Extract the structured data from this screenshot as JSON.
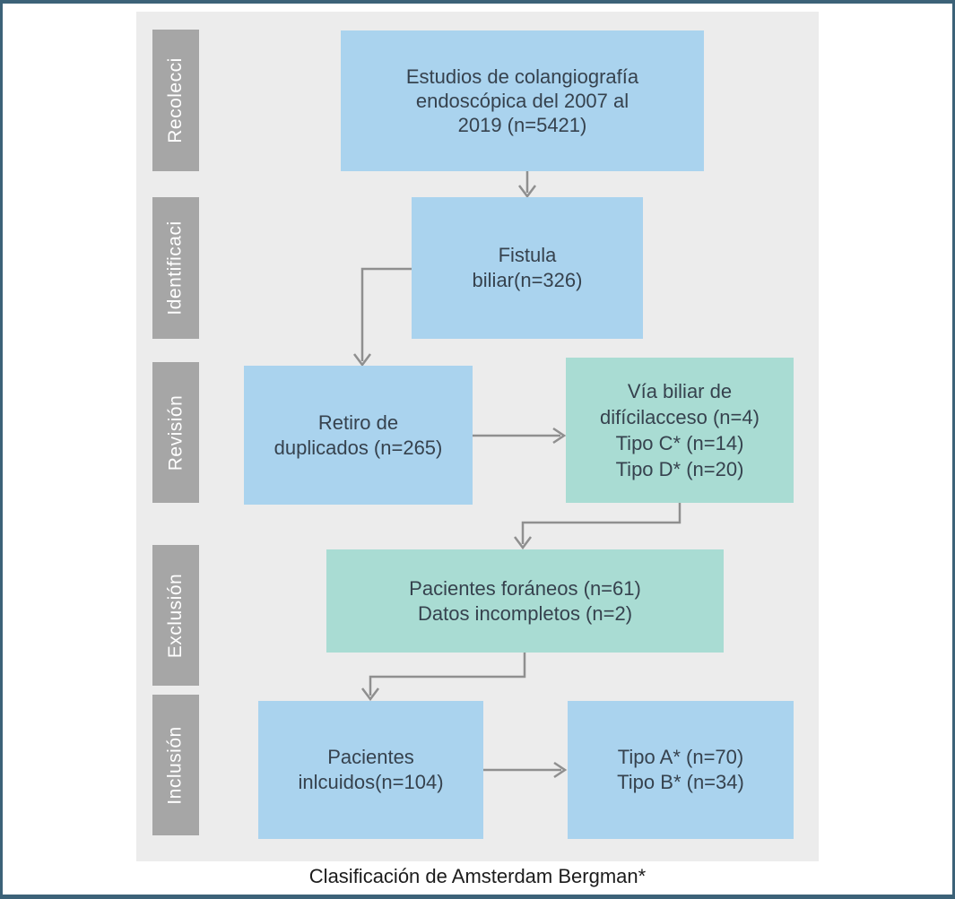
{
  "figure": {
    "caption": "Clasificación de Amsterdam Bergman*"
  },
  "colors": {
    "frame_border": "#3c6278",
    "panel_bg": "#ececec",
    "stage_tab_bg": "#a6a6a6",
    "stage_tab_text": "#ffffff",
    "blue_node": "#aad3ee",
    "teal_node": "#a9dcd3",
    "arrow": "#8f8f8f",
    "node_text": "#36424e"
  },
  "stages": [
    {
      "label": "Recolecci"
    },
    {
      "label": "Identificaci"
    },
    {
      "label": "Revisión"
    },
    {
      "label": "Exclusión"
    },
    {
      "label": "Inclusión"
    }
  ],
  "nodes": {
    "estudios": {
      "lines": [
        "Estudios de colangiografía",
        "endoscópica del 2007 al",
        "2019 (n=5421)"
      ]
    },
    "fistula": {
      "lines": [
        "Fistula",
        "biliar(n=326)"
      ]
    },
    "retiro": {
      "lines": [
        "Retiro de",
        "duplicados (n=265)"
      ]
    },
    "via_biliar": {
      "lines": [
        "Vía biliar de",
        "difícilacceso (n=4)",
        "Tipo C* (n=14)",
        "Tipo D* (n=20)"
      ]
    },
    "excluidos": {
      "lines": [
        "Pacientes foráneos (n=61)",
        "Datos incompletos (n=2)"
      ]
    },
    "incluidos": {
      "lines": [
        "Pacientes",
        "inlcuidos(n=104)"
      ]
    },
    "tipos_ab": {
      "lines": [
        "Tipo A* (n=70)",
        "Tipo B* (n=34)"
      ]
    }
  }
}
